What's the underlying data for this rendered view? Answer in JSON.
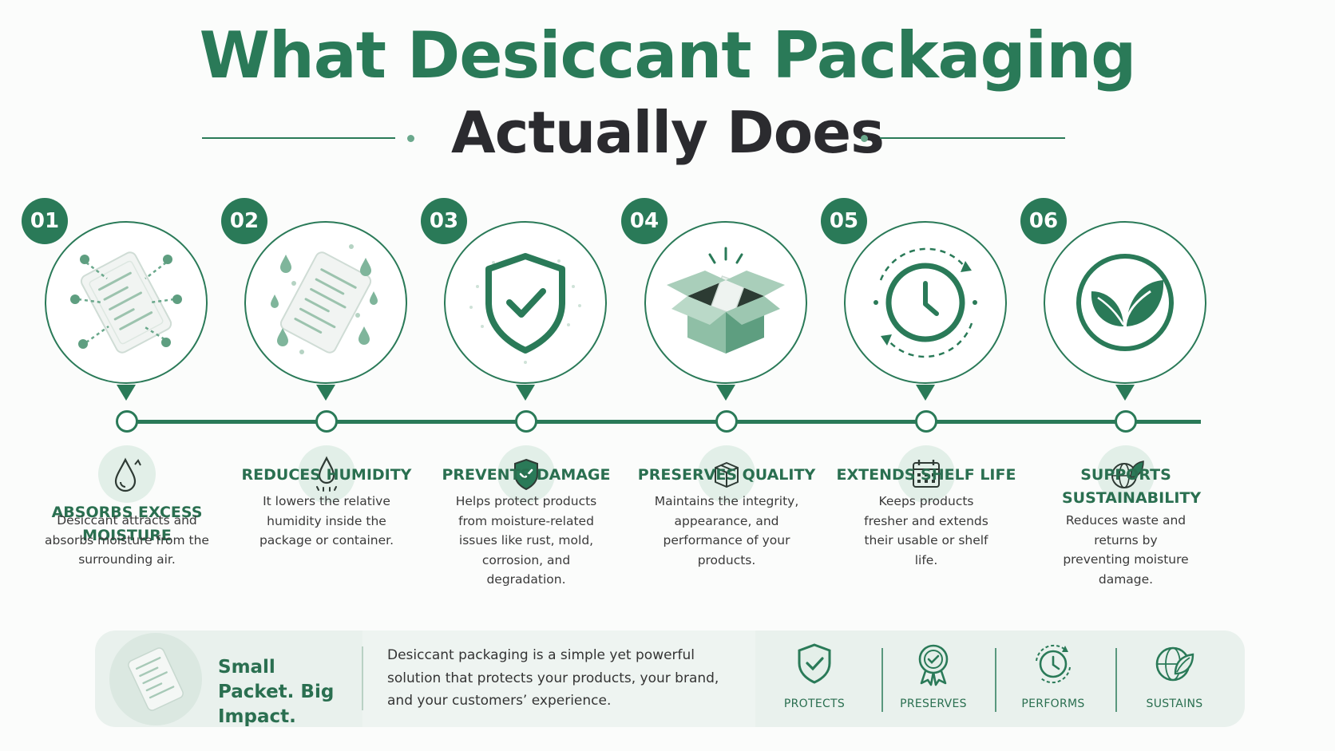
{
  "title": {
    "line1": "What Desiccant Packaging",
    "line2": "Actually Does"
  },
  "colors": {
    "primary": "#2a7a58",
    "dark_text": "#2b2b2f",
    "light_tint": "#e2efe8"
  },
  "steps": [
    {
      "number": "01",
      "icon": "moisture-packet-icon",
      "mini_icon": "water-drop-icon",
      "title": "ABSORBS EXCESS MOISTURE",
      "description": "Desiccant attracts and absorbs moisture from the surrounding air."
    },
    {
      "number": "02",
      "icon": "humidity-packet-icon",
      "mini_icon": "drop-evaporation-icon",
      "title": "REDUCES HUMIDITY",
      "description": "It lowers the relative humidity inside the package or container."
    },
    {
      "number": "03",
      "icon": "shield-check-icon",
      "mini_icon": "shield-check-icon",
      "title": "PREVENTS DAMAGE",
      "description": "Helps protect products from moisture-related issues like rust, mold, corrosion, and degradation."
    },
    {
      "number": "04",
      "icon": "open-box-icon",
      "mini_icon": "box-icon",
      "title": "PRESERVES QUALITY",
      "description": "Maintains the integrity, appearance, and performance of your products."
    },
    {
      "number": "05",
      "icon": "clock-icon",
      "mini_icon": "calendar-icon",
      "title": "EXTENDS SHELF LIFE",
      "description": "Keeps products fresher and extends their usable or shelf life."
    },
    {
      "number": "06",
      "icon": "leaf-icon",
      "mini_icon": "globe-leaf-icon",
      "title": "SUPPORTS SUSTAINABILITY",
      "description": "Reduces waste and returns by preventing moisture damage."
    }
  ],
  "banner": {
    "headline": "Small Packet. Big Impact.",
    "text": "Desiccant packaging is a simple yet powerful solution that protects your products, your brand, and your customers’ experience.",
    "badges": [
      {
        "icon": "shield-check-icon",
        "label": "PROTECTS"
      },
      {
        "icon": "award-ribbon-icon",
        "label": "PRESERVES"
      },
      {
        "icon": "clock-refresh-icon",
        "label": "PERFORMS"
      },
      {
        "icon": "globe-leaf-icon",
        "label": "SUSTAINS"
      }
    ]
  }
}
